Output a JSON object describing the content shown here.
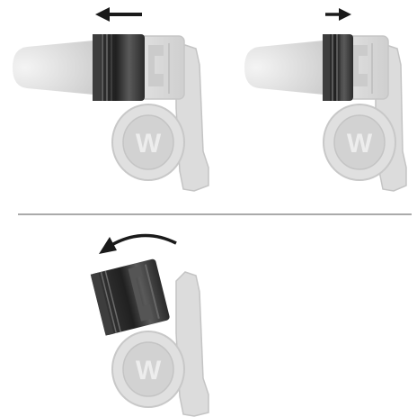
{
  "panels": [
    {
      "id": "extend",
      "arrow": "left-arrow-long",
      "beam": "wide"
    },
    {
      "id": "retract",
      "arrow": "right-arrow-short",
      "beam": "narrow"
    },
    {
      "id": "tilt",
      "arrow": "curved-arrow-counterclockwise",
      "beam": "none"
    }
  ],
  "logo_letter": "W",
  "colors": {
    "arrow": "#1a1a1a",
    "head_dark": "#2b2b2b",
    "head_mid": "#4a4a4a",
    "body_light": "#d8d8d8",
    "body_line": "#bdbdbd",
    "beam": "#e6e6e6",
    "divider": "#555555"
  },
  "icons": [
    "arrow-left-icon",
    "arrow-right-icon",
    "curved-arrow-icon",
    "w-logo-icon"
  ]
}
